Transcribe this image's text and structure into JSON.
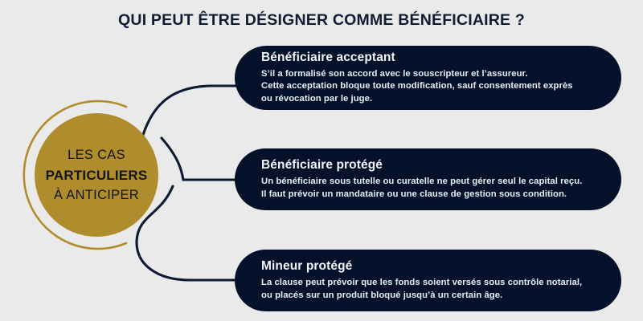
{
  "page": {
    "title": "QUI PEUT ÊTRE DÉSIGNER COMME BÉNÉFICIAIRE ?",
    "background_color": "#eaeaea"
  },
  "hub": {
    "line1": "LES CAS",
    "line2": "PARTICULIERS",
    "line3": "À ANTICIPER",
    "fill_color": "#b08d2c",
    "ring_color": "#b08d2c",
    "text_color": "#12151c"
  },
  "connector": {
    "color": "#0c1a32"
  },
  "cards": [
    {
      "title": "Bénéficiaire acceptant",
      "lines": [
        "S’il a formalisé son accord avec le souscripteur et l’assureur.",
        "Cette acceptation bloque toute modification, sauf consentement exprès",
        "ou révocation par le juge."
      ],
      "background_color": "#04112a",
      "title_color": "#f2f6fb",
      "text_color": "#e9eef6"
    },
    {
      "title": "Bénéficiaire protégé",
      "lines": [
        "Un bénéficiaire sous tutelle ou curatelle ne peut gérer seul le capital reçu.",
        "Il faut prévoir un mandataire ou une clause de gestion sous condition."
      ],
      "background_color": "#04112a",
      "title_color": "#f2f6fb",
      "text_color": "#e9eef6"
    },
    {
      "title": "Mineur protégé",
      "lines": [
        "La clause peut prévoir que les fonds soient versés sous contrôle notarial,",
        "ou placés sur un produit bloqué jusqu’à un certain âge."
      ],
      "background_color": "#04112a",
      "title_color": "#f2f6fb",
      "text_color": "#e9eef6"
    }
  ]
}
